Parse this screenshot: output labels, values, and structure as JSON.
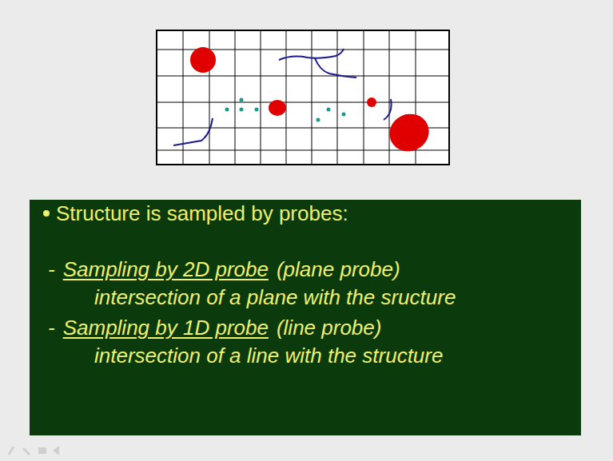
{
  "diagram": {
    "nodes": [
      {
        "text": [
          "Structure is sampled by probes:",
          "-",
          "Sampling by 2D probe",
          "(plane probe)",
          "intersection of a plane with the sructure",
          "-",
          "Sampling by 1D probe",
          "(line probe)",
          "intersection of a line with the structure"
        ]
      }
    ]
  }
}
